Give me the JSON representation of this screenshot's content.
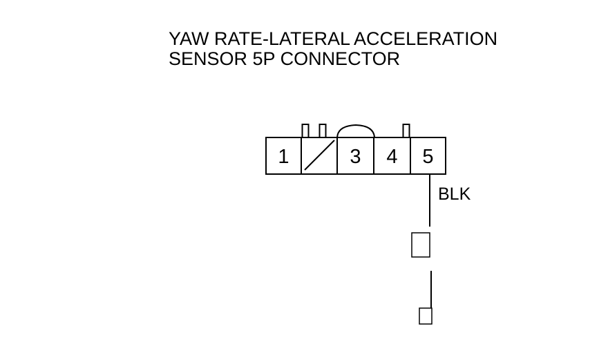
{
  "title": {
    "line1": "YAW RATE-LATERAL ACCELERATION",
    "line2": "SENSOR 5P CONNECTOR"
  },
  "connector": {
    "pins": [
      {
        "label": "1"
      },
      {
        "label": ""
      },
      {
        "label": "3"
      },
      {
        "label": "4"
      },
      {
        "label": "5"
      }
    ]
  },
  "wire": {
    "color_label": "BLK"
  },
  "colors": {
    "line": "#000000",
    "background": "#ffffff"
  }
}
